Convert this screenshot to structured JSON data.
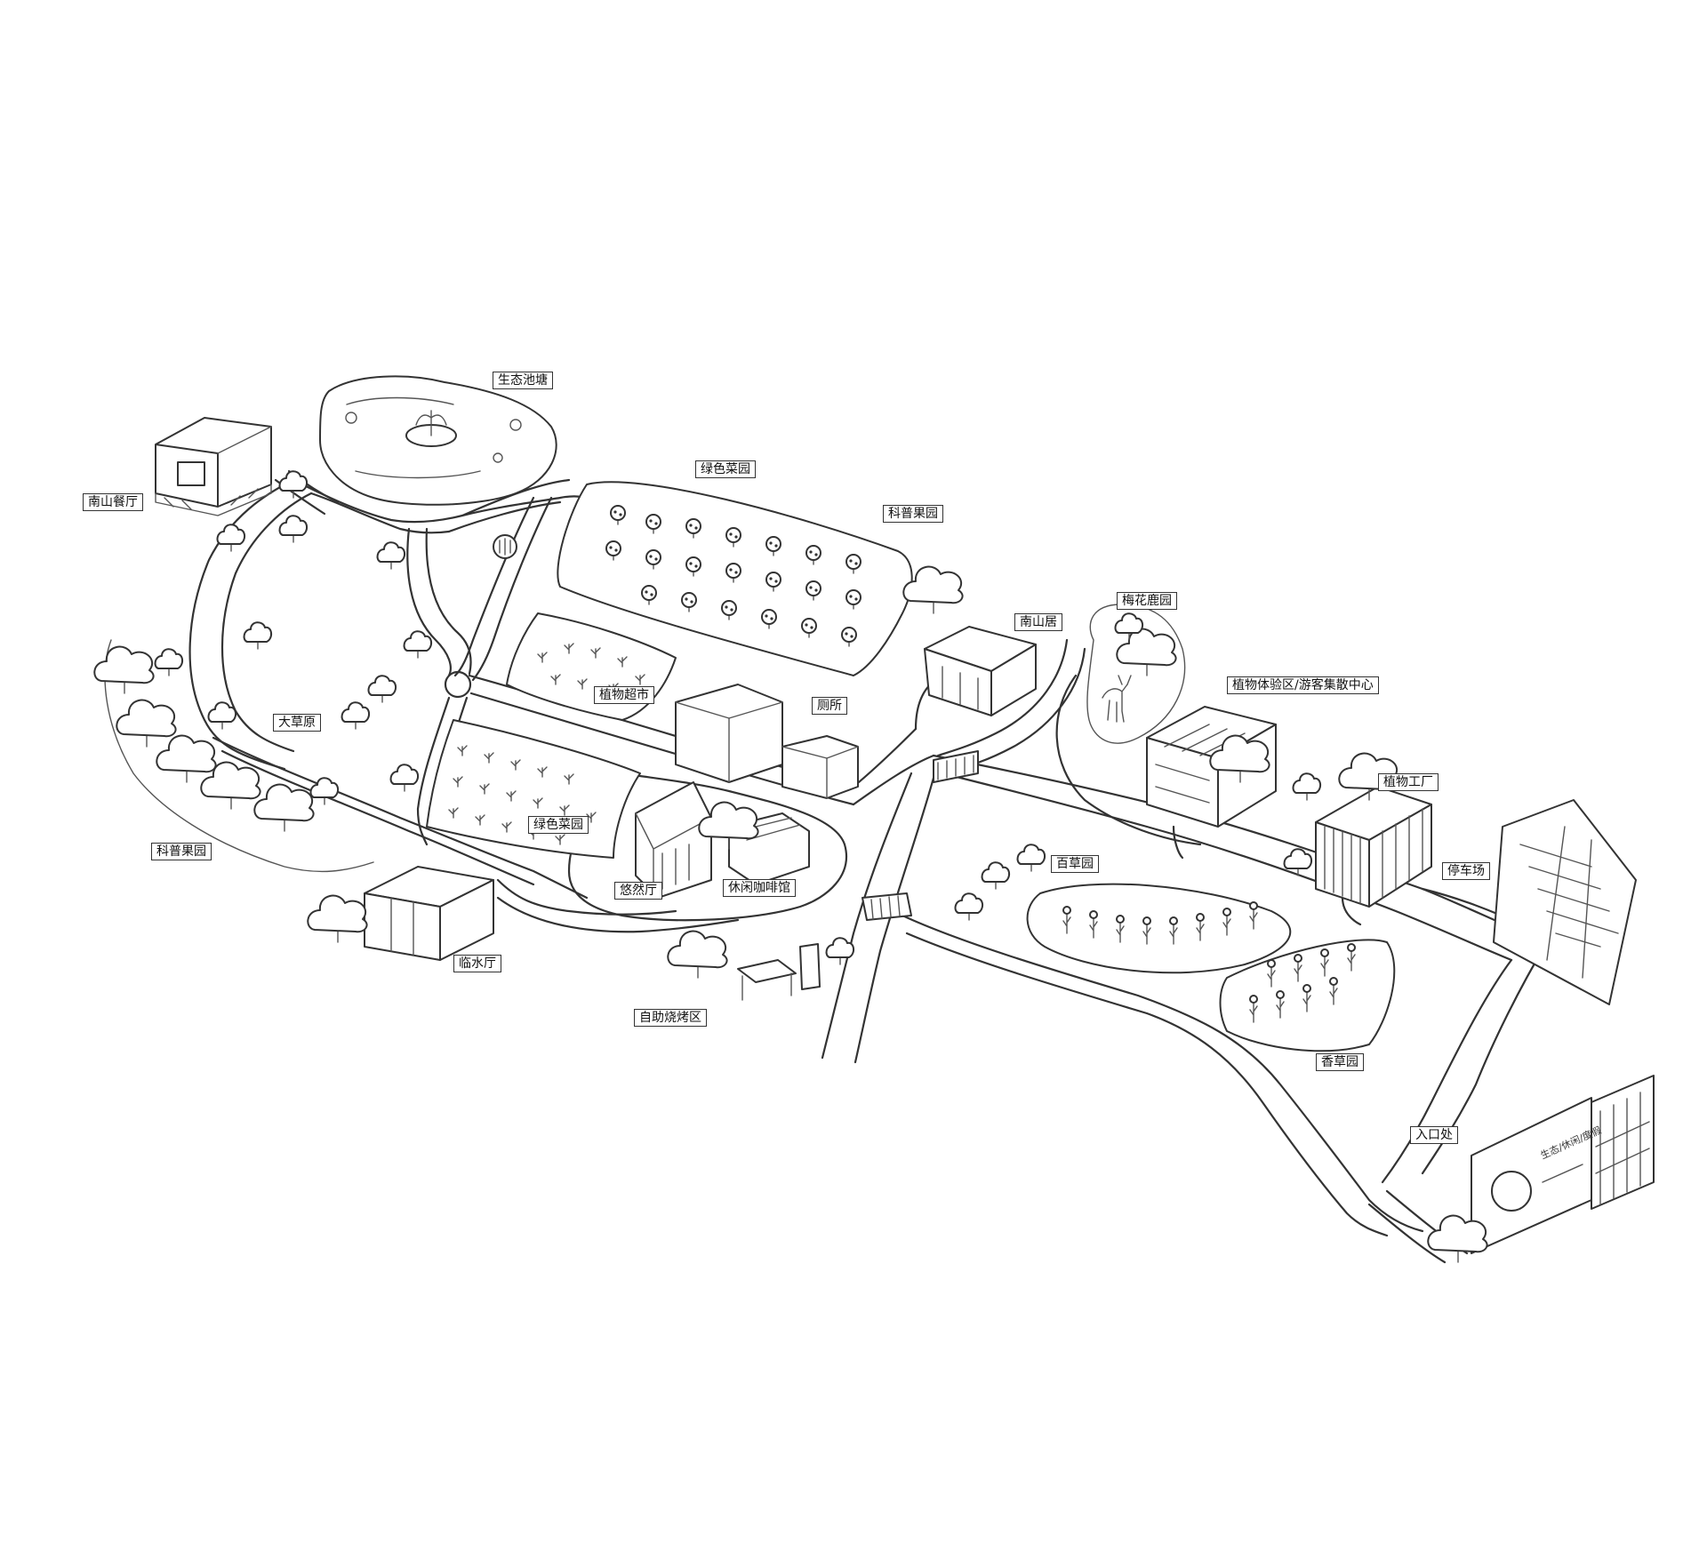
{
  "labels": {
    "ecological_pond": "生态池塘",
    "nanshan_restaurant": "南山餐厅",
    "green_vegetable_garden_north": "绿色菜园",
    "science_orchard_north": "科普果园",
    "nanshan_residence": "南山居",
    "sika_deer_park": "梅花鹿园",
    "plant_experience_center": "植物体验区/游客集散中心",
    "plant_supermarket": "植物超市",
    "toilet": "厕所",
    "big_meadow": "大草原",
    "plant_factory": "植物工厂",
    "green_vegetable_garden_south": "绿色菜园",
    "hundred_herb_garden": "百草园",
    "parking_lot": "停车场",
    "youran_hall": "悠然厅",
    "leisure_cafe": "休闲咖啡馆",
    "science_orchard_west": "科普果园",
    "waterside_hall": "临水厅",
    "self_service_bbq": "自助烧烤区",
    "spice_garden": "香草园",
    "entrance": "入口处"
  },
  "entrance_sign": {
    "slogan": "生态/休闲/度假"
  },
  "icons": {
    "toilet_marker": "restroom-icon",
    "fountain": "fountain-icon",
    "bridge": "bridge-icon",
    "deer": "deer-icon",
    "tree": "tree-icon"
  },
  "colors": {
    "line": "#333333",
    "background": "#ffffff"
  }
}
